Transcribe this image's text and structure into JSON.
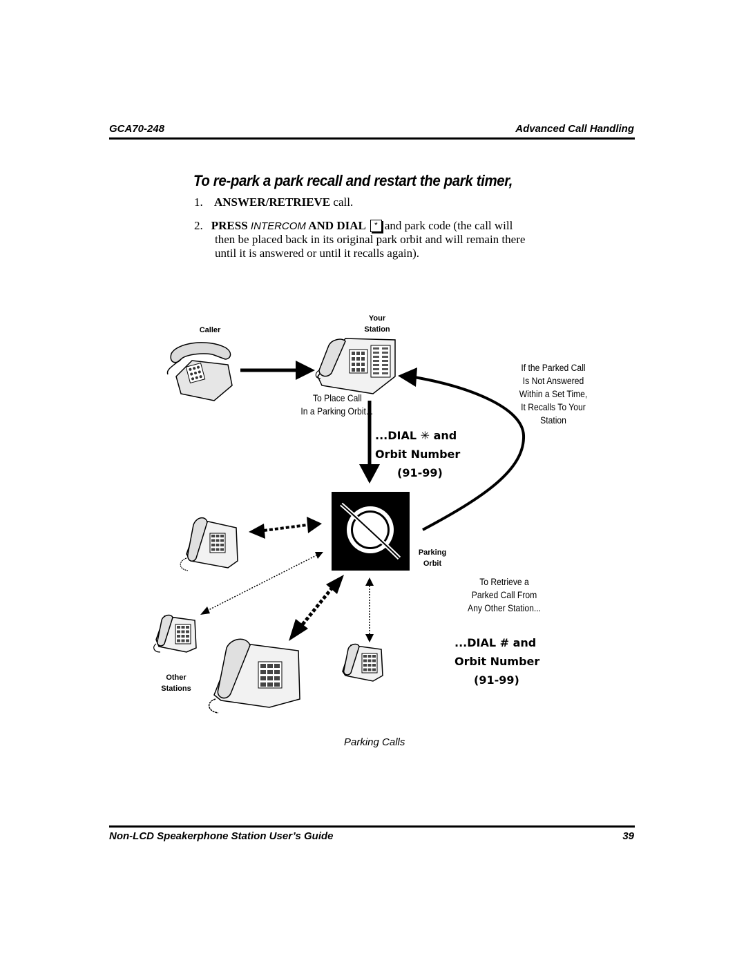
{
  "header": {
    "doc_code": "GCA70-248",
    "section": "Advanced Call Handling"
  },
  "section_title": "To re-park a park recall and restart the park timer,",
  "steps": [
    {
      "number": "1.",
      "bold": "ANSWER/RETRIEVE",
      "text": " call."
    },
    {
      "number": "2.",
      "bold1": "PRESS ",
      "italic": "INTERCOM",
      "bold2": " AND DIAL",
      "key": "*",
      "line1_rest": "and park code (the call will",
      "line2": "then be placed back in its original park orbit and will remain there",
      "line3": "until it is answered or until it recalls again)."
    }
  ],
  "figure": {
    "label_caller": "Caller",
    "label_your_station": [
      "Your",
      "Station"
    ],
    "place_call": [
      "To Place Call",
      "In a Parking Orbit..."
    ],
    "recall_note": [
      "If the Parked Call",
      "Is Not Answered",
      "Within a Set Time,",
      "It Recalls To Your",
      "Station"
    ],
    "dial_star": [
      "...DIAL ✳ and",
      "Orbit Number",
      "(91-99)"
    ],
    "parking_orbit": [
      "Parking",
      "Orbit"
    ],
    "retrieve_note": [
      "To Retrieve a",
      "Parked Call From",
      "Any Other Station..."
    ],
    "dial_hash": [
      "...DIAL # and",
      "Orbit Number",
      "(91-99)"
    ],
    "other_stations": [
      "Other",
      "Stations"
    ],
    "caption": "Parking Calls"
  },
  "footer": {
    "guide_title": "Non-LCD Speakerphone Station User’s Guide",
    "page_number": "39"
  }
}
